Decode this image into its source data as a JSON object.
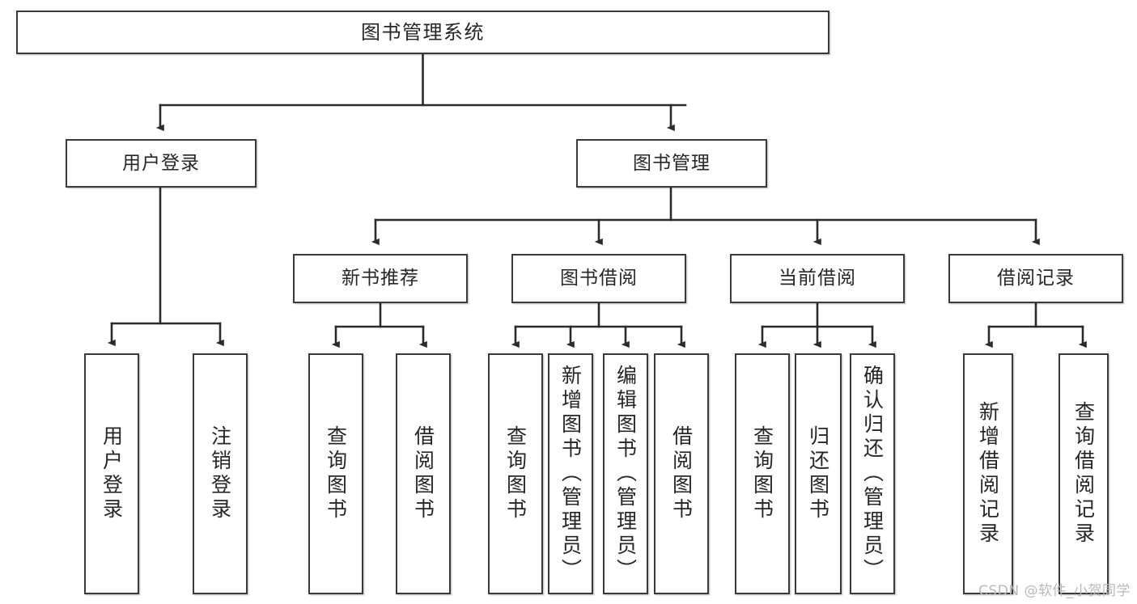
{
  "diagram": {
    "title": "图书管理系统",
    "type": "tree-hierarchy-diagram",
    "colors": {
      "box_border": "#3a3a3a",
      "box_fill": "#ffffff",
      "connector": "#2b2b2b",
      "text": "#262626",
      "watermark": "#b9b9b9"
    },
    "root": {
      "label": "图书管理系统"
    },
    "level2": [
      {
        "label": "用户登录"
      },
      {
        "label": "图书管理"
      }
    ],
    "level3": [
      {
        "label": "新书推荐"
      },
      {
        "label": "图书借阅"
      },
      {
        "label": "当前借阅"
      },
      {
        "label": "借阅记录"
      }
    ],
    "leaves": {
      "user_login": [
        {
          "label": "用户登录"
        },
        {
          "label": "注销登录"
        }
      ],
      "new_book_recommend": [
        {
          "label": "查询图书"
        },
        {
          "label": "借阅图书"
        }
      ],
      "book_borrow": [
        {
          "label": "查询图书"
        },
        {
          "label": "新增图书（管理员）"
        },
        {
          "label": "编辑图书（管理员）"
        },
        {
          "label": "借阅图书"
        }
      ],
      "current_borrow": [
        {
          "label": "查询图书"
        },
        {
          "label": "归还图书"
        },
        {
          "label": "确认归还（管理员）"
        }
      ],
      "borrow_record": [
        {
          "label": "新增借阅记录"
        },
        {
          "label": "查询借阅记录"
        }
      ]
    }
  },
  "watermark": {
    "text": "CSDN @软件_小贺同学"
  }
}
